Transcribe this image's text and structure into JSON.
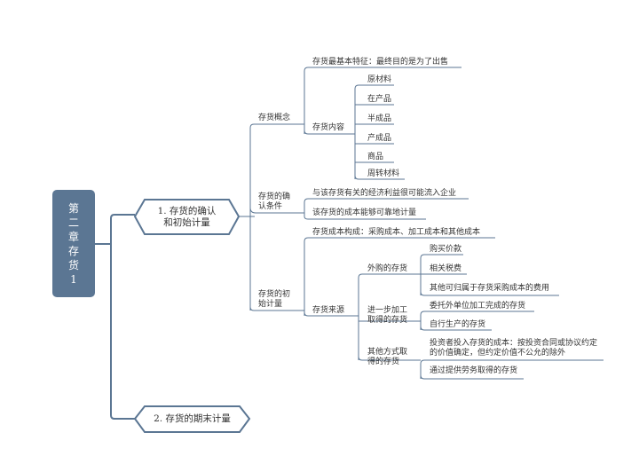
{
  "colors": {
    "root_fill": "#5b7693",
    "line": "#5b7693",
    "underline": "#8a9bb0",
    "text": "#333333"
  },
  "root": {
    "label": "第\n二\n章\n存\n货\n1"
  },
  "sections": [
    {
      "label": "1. 存货的确认\n和初始计量"
    },
    {
      "label": "2. 存货的期末计量"
    }
  ],
  "concept": {
    "label": "存货概念",
    "basic_feature": "存货最基本特征：最终目的是为了出售",
    "content": {
      "label": "存货内容",
      "items": [
        "原材料",
        "在产品",
        "半成品",
        "产成品",
        "商品",
        "周转材料"
      ]
    }
  },
  "recognition": {
    "label": "存货的确\n认条件",
    "conditions": [
      "与该存货有关的经济利益很可能流入企业",
      "该存货的成本能够可靠地计量"
    ]
  },
  "initial_measure": {
    "label": "存货的初\n始计量",
    "cost_composition": "存货成本构成：采购成本、加工成本和其他成本",
    "source": {
      "label": "存货来源",
      "purchased": {
        "label": "外购的存货",
        "items": [
          "购买价款",
          "相关税费",
          "其他可归属于存货采购成本的费用"
        ]
      },
      "processed": {
        "label": "进一步加工\n取得的存货",
        "items": [
          "委托外单位加工完成的存货",
          "自行生产的存货"
        ]
      },
      "other": {
        "label": "其他方式取\n得的存货",
        "items": [
          "投资者投入存货的成本：按投资合同或协议约定的价值确定，但约定价值不公允的除外",
          "通过提供劳务取得的存货"
        ]
      }
    }
  }
}
